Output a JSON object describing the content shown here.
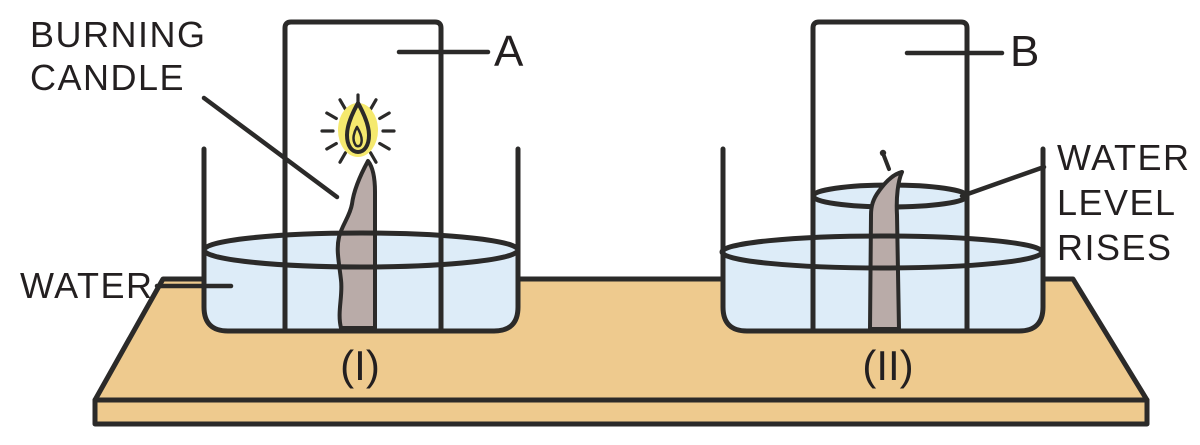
{
  "colors": {
    "background": "#ffffff",
    "outline": "#2b2a29",
    "ink": "#231f20",
    "water": "#ddecf8",
    "table": "#eeca8e",
    "candle": "#b9aba8",
    "flame": "#f5e96e"
  },
  "annotations": {
    "burning_candle_line1": "BURNING",
    "burning_candle_line2": "CANDLE",
    "water_label": "WATER",
    "water_level_line1": "WATER",
    "water_level_line2": "LEVEL",
    "water_level_line3": "RISES"
  },
  "setups": {
    "left": {
      "jar_label": "A",
      "caption": "(I)"
    },
    "right": {
      "jar_label": "B",
      "caption": "(II)"
    }
  }
}
